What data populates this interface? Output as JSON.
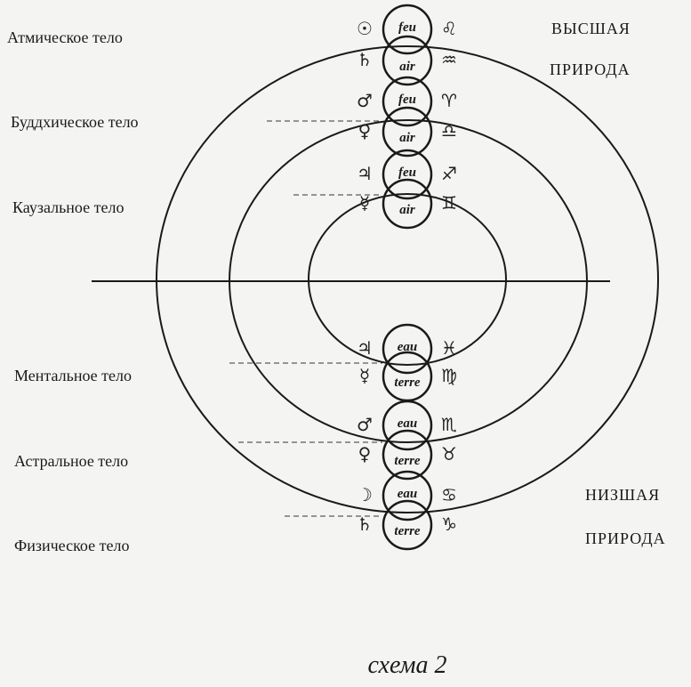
{
  "left_labels": [
    "Атмическое тело",
    "Буддхическое тело",
    "Каузальное тело",
    "Ментальное тело",
    "Астральное тело",
    "Физическое тело"
  ],
  "right_labels": {
    "top_1": "ВЫСШАЯ",
    "top_2": "ПРИРОДА",
    "bottom_1": "НИЗШАЯ",
    "bottom_2": "ПРИРОДА"
  },
  "pairs": [
    {
      "top": "feu",
      "bottom": "air",
      "sym_tl": "☉",
      "sym_tr": "♌",
      "sym_bl": "♄",
      "sym_br": "♒"
    },
    {
      "top": "feu",
      "bottom": "air",
      "sym_tl": "♂",
      "sym_tr": "♈",
      "sym_bl": "♀",
      "sym_br": "♎"
    },
    {
      "top": "feu",
      "bottom": "air",
      "sym_tl": "♃",
      "sym_tr": "♐",
      "sym_bl": "☿",
      "sym_br": "♊"
    },
    {
      "top": "eau",
      "bottom": "terre",
      "sym_tl": "♃",
      "sym_tr": "♓",
      "sym_bl": "☿",
      "sym_br": "♍"
    },
    {
      "top": "eau",
      "bottom": "terre",
      "sym_tl": "♂",
      "sym_tr": "♏",
      "sym_bl": "♀",
      "sym_br": "♉"
    },
    {
      "top": "eau",
      "bottom": "terre",
      "sym_tl": "☽",
      "sym_tr": "♋",
      "sym_bl": "♄",
      "sym_br": "♑"
    }
  ],
  "caption": "схема 2"
}
